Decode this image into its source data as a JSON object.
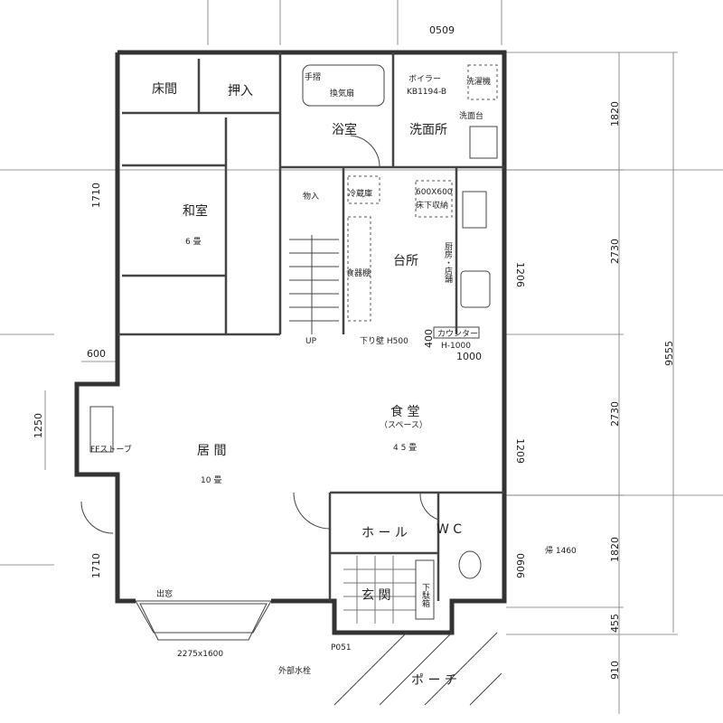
{
  "rooms": {
    "tokonoma": "床間",
    "oshiire": "押入",
    "bathroom": "浴室",
    "handrail": "手摺",
    "vent_fan": "換気扇",
    "washroom": "洗面所",
    "boiler": "ボイラー",
    "boiler_model": "KB1194-B",
    "washing_machine": "洗濯機",
    "wash_basin": "洗面台",
    "storage": "物入",
    "fridge": "冷蔵庫",
    "underfloor_size": "600X600",
    "underfloor": "床下収納",
    "washitsu": "和室",
    "washitsu_size": "6 畳",
    "kitchen": "台所",
    "cupboard": "食器棚",
    "kitchen_note": "厨房・店舗",
    "up": "UP",
    "drop_wall": "下り壁 H500",
    "counter": "カウンター",
    "counter_height": "H-1000",
    "dining": "食 堂",
    "dining_sub": "（スペース）",
    "dining_size": "4 5 畳",
    "stove": "FFストーブ",
    "living": "居 間",
    "living_size": "10 畳",
    "hall": "ホ ー ル",
    "wc": "W C",
    "entrance": "玄 関",
    "shoe_box": "下駄箱",
    "bay_window": "出窓",
    "bay_size": "2275x1600",
    "door_code": "P051",
    "faucet": "外部水栓",
    "porch": "ポ ー チ",
    "note_1460": "帰 1460"
  },
  "dimensions": {
    "d0509": "0509",
    "d1710_top": "1710",
    "d1206": "1206",
    "d400": "400",
    "d1000": "1000",
    "d600": "600",
    "d1250": "1250",
    "d1209": "1209",
    "d1710_bottom": "1710",
    "d0606": "0606",
    "right": [
      "1820",
      "2730",
      "2730",
      "1820",
      "455",
      "910"
    ],
    "total": "9555"
  }
}
